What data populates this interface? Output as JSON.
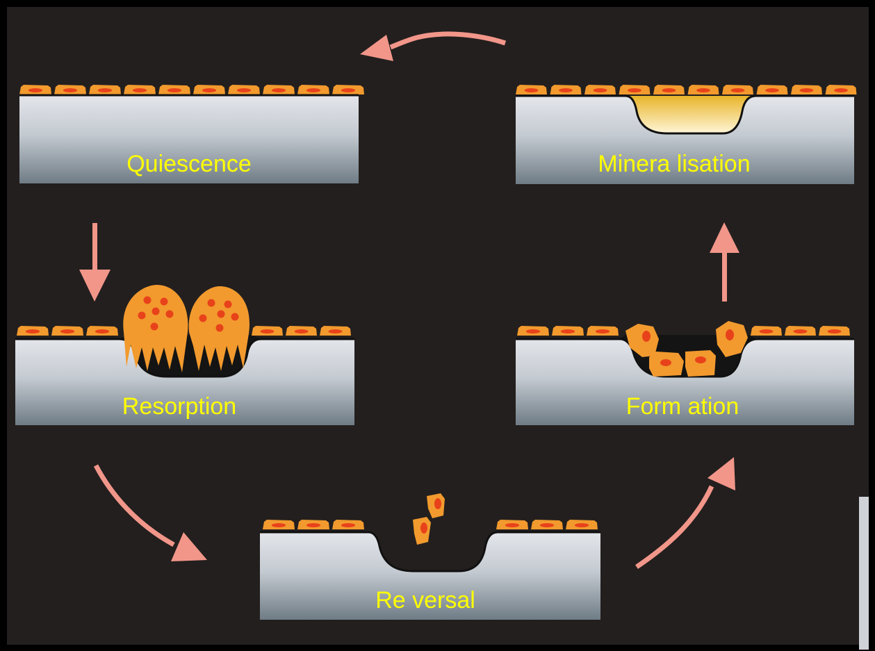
{
  "colors": {
    "background": "#231f1e",
    "outer_frame": "#000000",
    "bone_top": "#e4e6eb",
    "bone_bottom": "#6f7c85",
    "lining_cell": "#f29a2e",
    "nucleus": "#e8421b",
    "arrow": "#f2968a",
    "label": "#ffff00",
    "osteoid": "#f4cf5e"
  },
  "stages": {
    "quiescence": {
      "label": "Quiescence"
    },
    "resorption": {
      "label": "Resorption"
    },
    "reversal": {
      "label": "Re versal"
    },
    "formation": {
      "label": "Form ation"
    },
    "mineralisation": {
      "label": "Minera lisation"
    }
  },
  "cycle_order": [
    "quiescence",
    "resorption",
    "reversal",
    "formation",
    "mineralisation"
  ]
}
